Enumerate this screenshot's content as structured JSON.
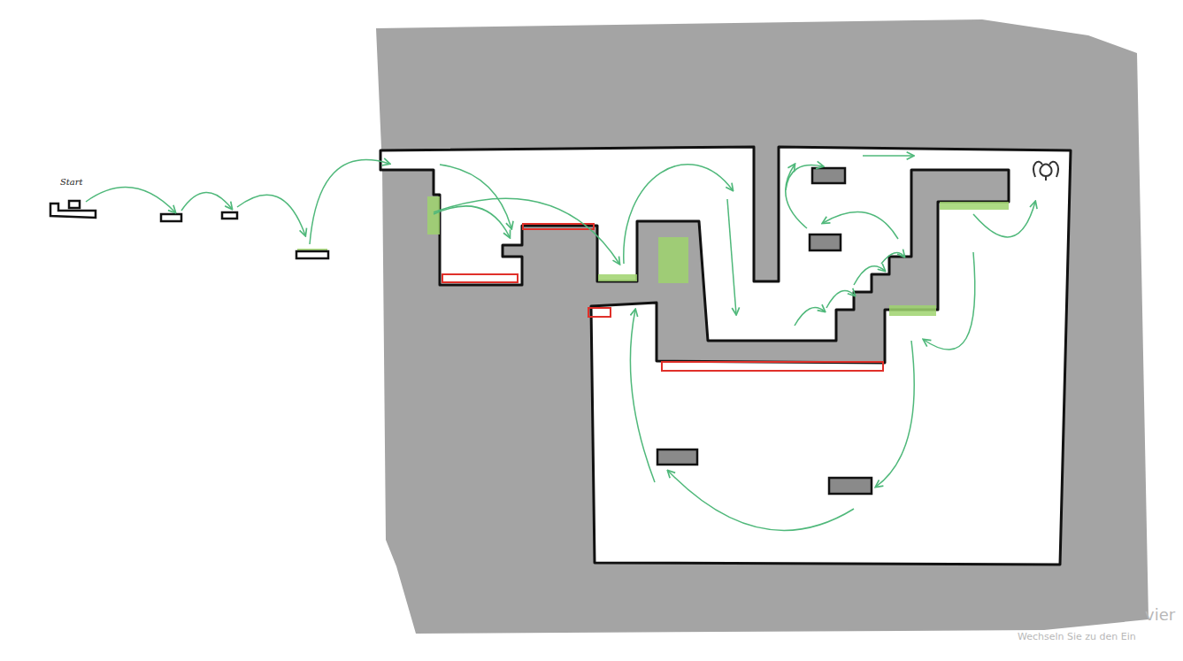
{
  "diagram": {
    "labels": [
      "Start",
      "vier",
      "Wechseln Sie zu den Ein"
    ]
  }
}
